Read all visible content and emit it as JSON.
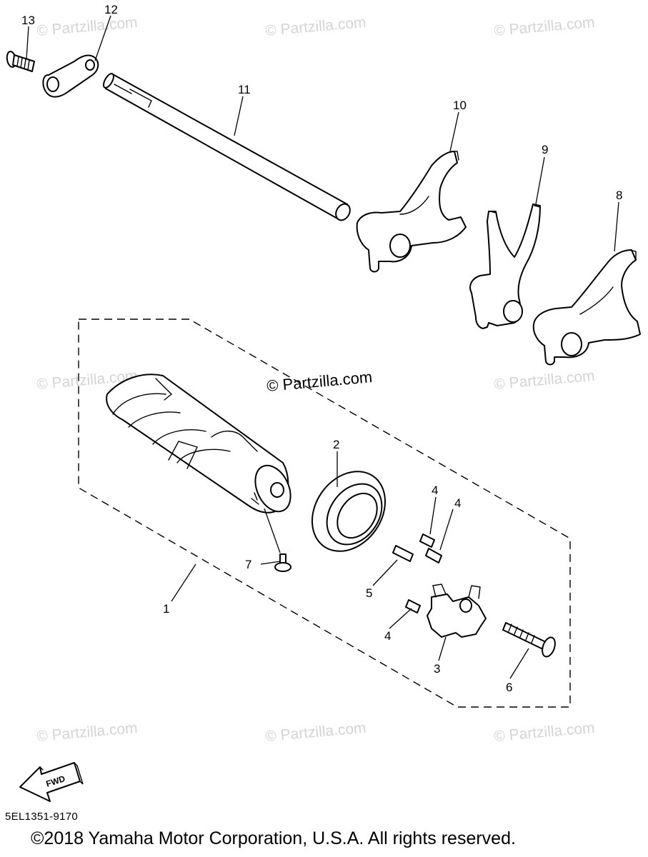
{
  "watermarks": {
    "tile": "© Partzilla.com",
    "center": "© Partzilla.com"
  },
  "callouts": {
    "c1": "1",
    "c2": "2",
    "c3": "3",
    "c4a": "4",
    "c4b": "4",
    "c4c": "4",
    "c5": "5",
    "c6": "6",
    "c7": "7",
    "c8": "8",
    "c9": "9",
    "c10": "10",
    "c11": "11",
    "c12": "12",
    "c13": "13"
  },
  "fwd_label": "FWD",
  "diagram_code": "5EL1351-9170",
  "copyright": "©2018  Yamaha Motor Corporation, U.S.A. All rights reserved."
}
